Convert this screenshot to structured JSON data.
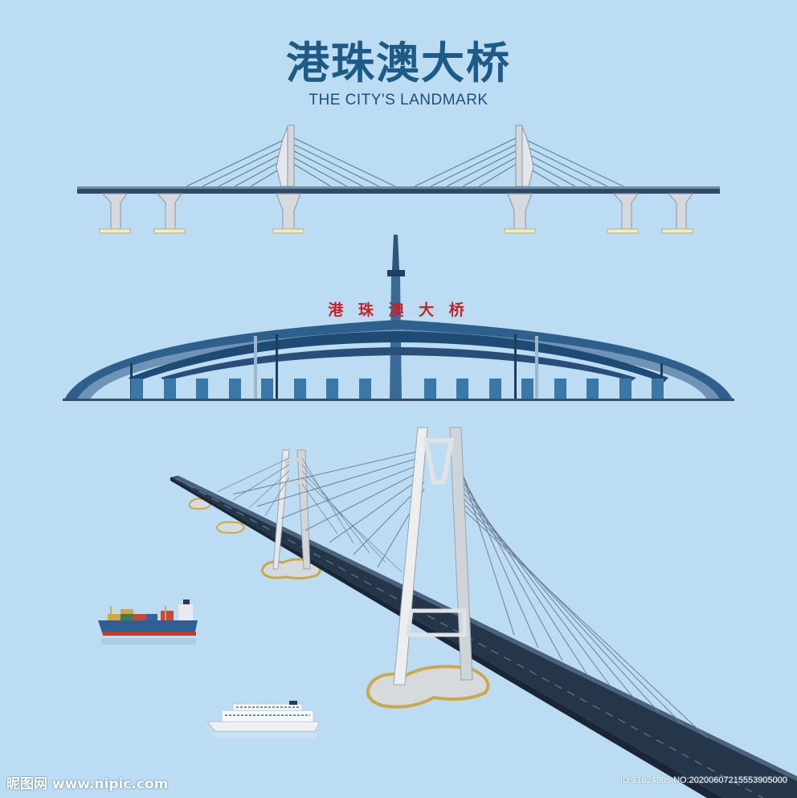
{
  "title": "港珠澳大桥",
  "subtitle": "THE CITY'S LANDMARK",
  "arch_sign": "港 珠 澳 大 桥",
  "watermark": {
    "site": "昵图网 www.nipic.com",
    "id": "ID:31624985 NO:20200607215553905000"
  },
  "colors": {
    "background": "#bcdcf3",
    "title": "#1d5a86",
    "deck": "#2e4a66",
    "pylon": "#d9dde2",
    "arch": "#2f5f8c",
    "sign": "#c0242b"
  }
}
